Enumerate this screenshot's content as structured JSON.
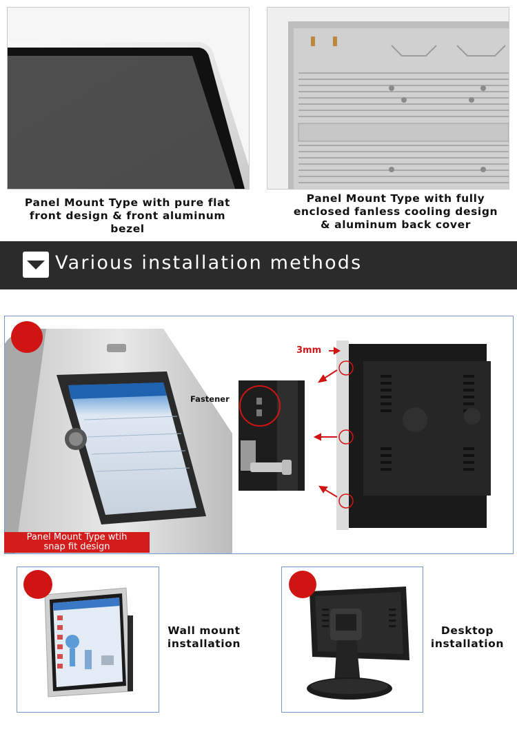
{
  "top": {
    "left_caption": "Panel Mount Type with pure flat front design & front aluminum bezel",
    "right_caption": "Panel Mount Type with fully enclosed fanless cooling design & aluminum back cover"
  },
  "banner": {
    "icon": "chevron-down-icon",
    "title": "Various installation methods"
  },
  "install": {
    "snap_label_line1": "Panel Mount Type wtih",
    "snap_label_line2": "snap fit design",
    "fastener_label": "Fastener",
    "thickness_label": "3mm"
  },
  "wall": {
    "caption_line1": "Wall mount",
    "caption_line2": "installation"
  },
  "desktop": {
    "caption_line1": "Desktop",
    "caption_line2": "installation"
  },
  "colors": {
    "banner_bg": "#2b2b2b",
    "accent_red": "#d01414",
    "frame_blue": "#6f9bd0"
  }
}
